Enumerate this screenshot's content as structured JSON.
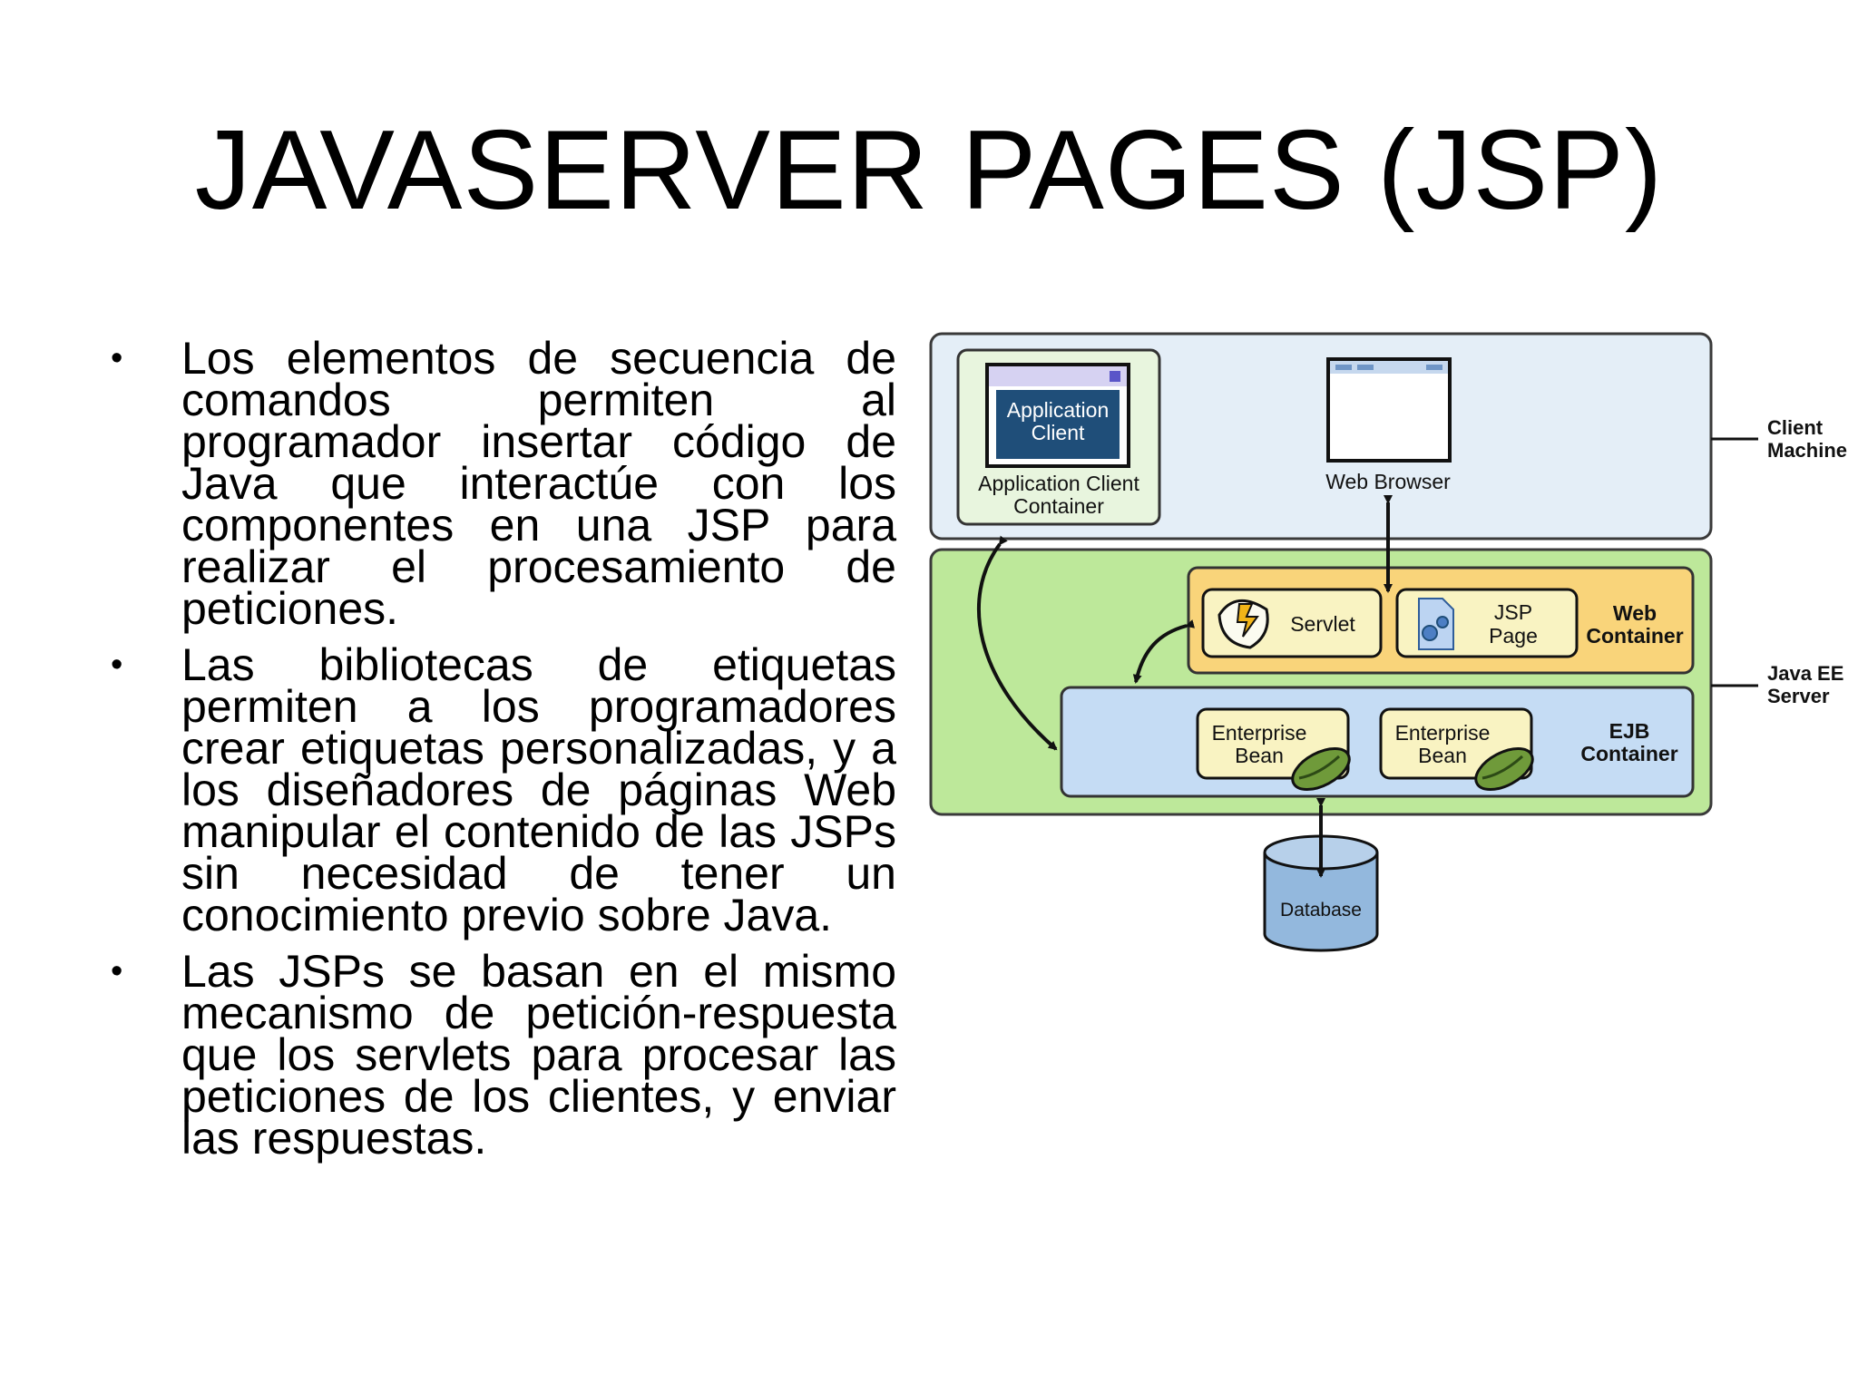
{
  "slide": {
    "title": "JAVASERVER PAGES (JSP)",
    "bullets": [
      {
        "marker": "•",
        "text": "Los elementos de secuencia de comandos permiten al programador insertar código de Java que interactúe con los componentes en una JSP para realizar el procesamiento de peticiones."
      },
      {
        "marker": "•",
        "text": "Las bibliotecas de etiquetas permiten a los programadores crear etiquetas personalizadas, y a los diseñadores de páginas Web manipular el contenido de las JSPs sin necesidad de tener un conocimiento previo sobre Java."
      },
      {
        "marker": "•",
        "text": "Las JSPs se basan en el mismo mecanismo de petición-respuesta que los servlets para procesar las peticiones de los clientes, y enviar las respuestas."
      }
    ]
  },
  "diagram": {
    "app_client_line1": "Application",
    "app_client_line2": "Client",
    "app_client_container_line1": "Application Client",
    "app_client_container_line2": "Container",
    "web_browser": "Web Browser",
    "client_machine_line1": "Client",
    "client_machine_line2": "Machine",
    "servlet": "Servlet",
    "jsp_page_line1": "JSP",
    "jsp_page_line2": "Page",
    "web_container_line1": "Web",
    "web_container_line2": "Container",
    "java_ee_server_line1": "Java EE",
    "java_ee_server_line2": "Server",
    "enterprise_bean_1_line1": "Enterprise",
    "enterprise_bean_1_line2": "Bean",
    "enterprise_bean_2_line1": "Enterprise",
    "enterprise_bean_2_line2": "Bean",
    "ejb_container_line1": "EJB",
    "ejb_container_line2": "Container",
    "database": "Database",
    "colors": {
      "client_tier": "#e4eef7",
      "server_tier": "#bde89a",
      "web_container": "#f9d47a",
      "ejb_container": "#c5dcf4",
      "component": "#f9f3c2",
      "database": "#93b8dd",
      "app_client_label_bg": "#1f4e79"
    }
  }
}
